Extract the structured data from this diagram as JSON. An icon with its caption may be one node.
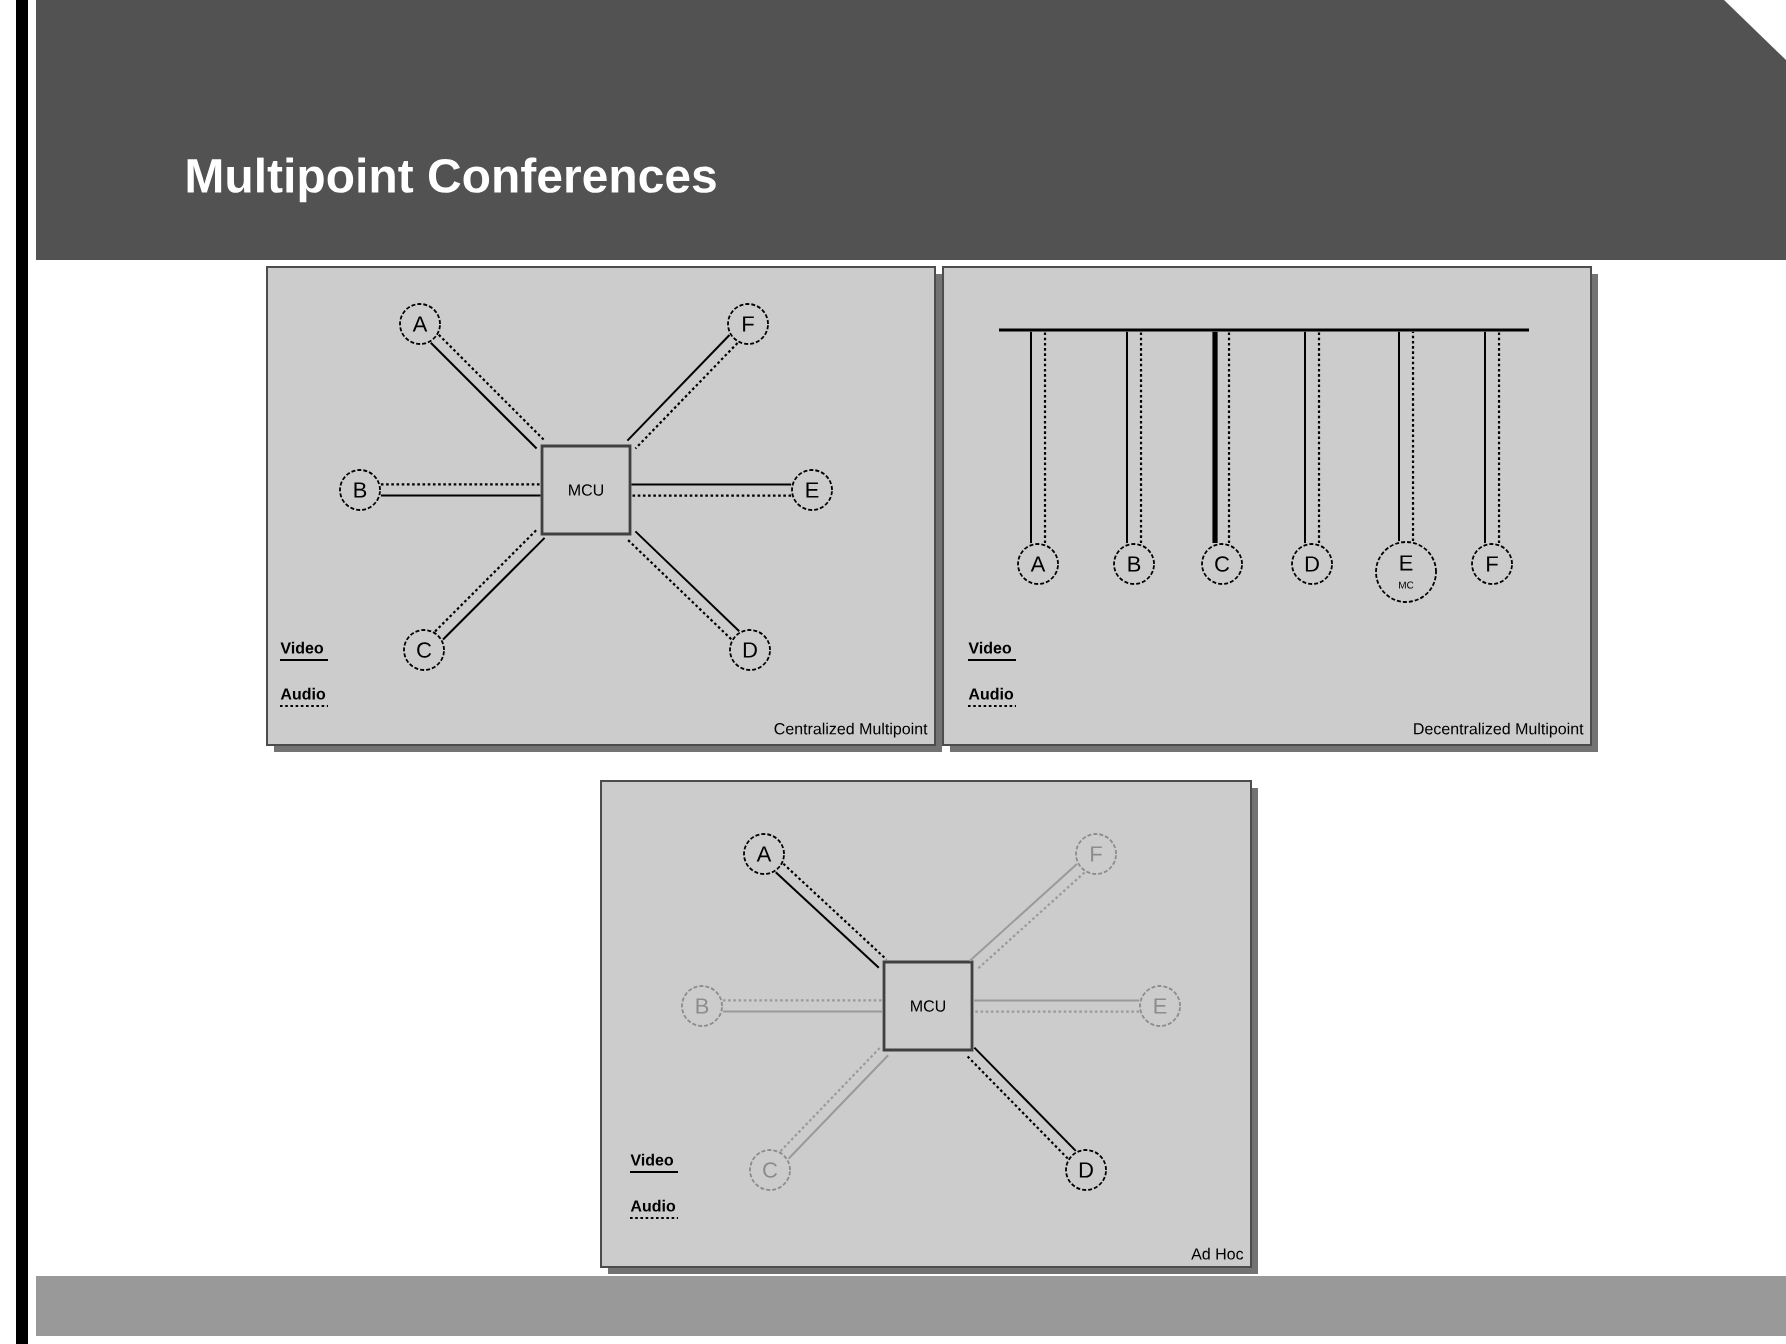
{
  "diagram": {
    "title": "Multipoint Conferences",
    "nodes": [
      {
        "text": [
          "Centralized Multipoint"
        ]
      },
      {
        "text": [
          "MCU"
        ],
        "in": 0
      },
      {
        "text": [
          "A"
        ],
        "in": 0
      },
      {
        "text": [
          "F"
        ],
        "in": 0
      },
      {
        "text": [
          "B"
        ],
        "in": 0
      },
      {
        "text": [
          "E"
        ],
        "in": 0
      },
      {
        "text": [
          "C"
        ],
        "in": 0
      },
      {
        "text": [
          "D"
        ],
        "in": 0
      },
      {
        "text": [
          "Decentralized Multipoint"
        ]
      },
      {
        "text": [],
        "shape": "bar",
        "in": 8
      },
      {
        "text": [
          "A"
        ],
        "in": 8
      },
      {
        "text": [
          "B"
        ],
        "in": 8
      },
      {
        "text": [
          "C"
        ],
        "in": 8
      },
      {
        "text": [
          "D"
        ],
        "in": 8
      },
      {
        "text": [
          "E",
          "MC"
        ],
        "in": 8
      },
      {
        "text": [
          "F"
        ],
        "in": 8
      },
      {
        "text": [
          "Ad Hoc"
        ]
      },
      {
        "text": [
          "MCU"
        ],
        "in": 16
      },
      {
        "text": [
          "A"
        ],
        "in": 16
      },
      {
        "text": [
          "F"
        ],
        "in": 16
      },
      {
        "text": [
          "B"
        ],
        "in": 16
      },
      {
        "text": [
          "E"
        ],
        "in": 16
      },
      {
        "text": [
          "C"
        ],
        "in": 16
      },
      {
        "text": [
          "D"
        ],
        "in": 16
      }
    ],
    "edges": [
      {
        "from": 2,
        "to": 1,
        "arrow": "none"
      },
      {
        "from": 2,
        "to": 1,
        "arrow": "none",
        "style": "dashed"
      },
      {
        "from": 3,
        "to": 1,
        "arrow": "none"
      },
      {
        "from": 3,
        "to": 1,
        "arrow": "none",
        "style": "dashed"
      },
      {
        "from": 4,
        "to": 1,
        "arrow": "none"
      },
      {
        "from": 4,
        "to": 1,
        "arrow": "none",
        "style": "dashed"
      },
      {
        "from": 5,
        "to": 1,
        "arrow": "none"
      },
      {
        "from": 5,
        "to": 1,
        "arrow": "none",
        "style": "dashed"
      },
      {
        "from": 6,
        "to": 1,
        "arrow": "none"
      },
      {
        "from": 6,
        "to": 1,
        "arrow": "none",
        "style": "dashed"
      },
      {
        "from": 7,
        "to": 1,
        "arrow": "none"
      },
      {
        "from": 7,
        "to": 1,
        "arrow": "none",
        "style": "dashed"
      },
      {
        "from": 10,
        "to": 9,
        "arrow": "none"
      },
      {
        "from": 10,
        "to": 9,
        "arrow": "none",
        "style": "dashed"
      },
      {
        "from": 11,
        "to": 9,
        "arrow": "none"
      },
      {
        "from": 11,
        "to": 9,
        "arrow": "none",
        "style": "dashed"
      },
      {
        "from": 12,
        "to": 9,
        "arrow": "none",
        "style": "thick"
      },
      {
        "from": 12,
        "to": 9,
        "arrow": "none",
        "style": "dashed"
      },
      {
        "from": 13,
        "to": 9,
        "arrow": "none"
      },
      {
        "from": 13,
        "to": 9,
        "arrow": "none",
        "style": "dashed"
      },
      {
        "from": 14,
        "to": 9,
        "arrow": "none"
      },
      {
        "from": 14,
        "to": 9,
        "arrow": "none",
        "style": "dashed"
      },
      {
        "from": 15,
        "to": 9,
        "arrow": "none"
      },
      {
        "from": 15,
        "to": 9,
        "arrow": "none",
        "style": "dashed"
      },
      {
        "from": 18,
        "to": 17,
        "arrow": "none"
      },
      {
        "from": 18,
        "to": 17,
        "arrow": "none",
        "style": "dashed"
      },
      {
        "from": 19,
        "to": 17,
        "arrow": "none",
        "color": "#9a9a9a"
      },
      {
        "from": 19,
        "to": 17,
        "arrow": "none",
        "style": "dashed",
        "color": "#9a9a9a"
      },
      {
        "from": 20,
        "to": 17,
        "arrow": "none",
        "color": "#9a9a9a"
      },
      {
        "from": 20,
        "to": 17,
        "arrow": "none",
        "style": "dashed",
        "color": "#9a9a9a"
      },
      {
        "from": 21,
        "to": 17,
        "arrow": "none",
        "color": "#9a9a9a"
      },
      {
        "from": 21,
        "to": 17,
        "arrow": "none",
        "style": "dashed",
        "color": "#9a9a9a"
      },
      {
        "from": 22,
        "to": 17,
        "arrow": "none",
        "color": "#9a9a9a"
      },
      {
        "from": 22,
        "to": 17,
        "arrow": "none",
        "style": "dashed",
        "color": "#9a9a9a"
      },
      {
        "from": 23,
        "to": 17,
        "arrow": "none"
      },
      {
        "from": 23,
        "to": 17,
        "arrow": "none",
        "style": "dashed"
      }
    ],
    "legend": [
      {
        "text": "Video"
      },
      {
        "text": "Audio"
      },
      {
        "text": "Video"
      },
      {
        "text": "Audio"
      },
      {
        "text": "Video"
      },
      {
        "text": "Audio"
      }
    ]
  }
}
